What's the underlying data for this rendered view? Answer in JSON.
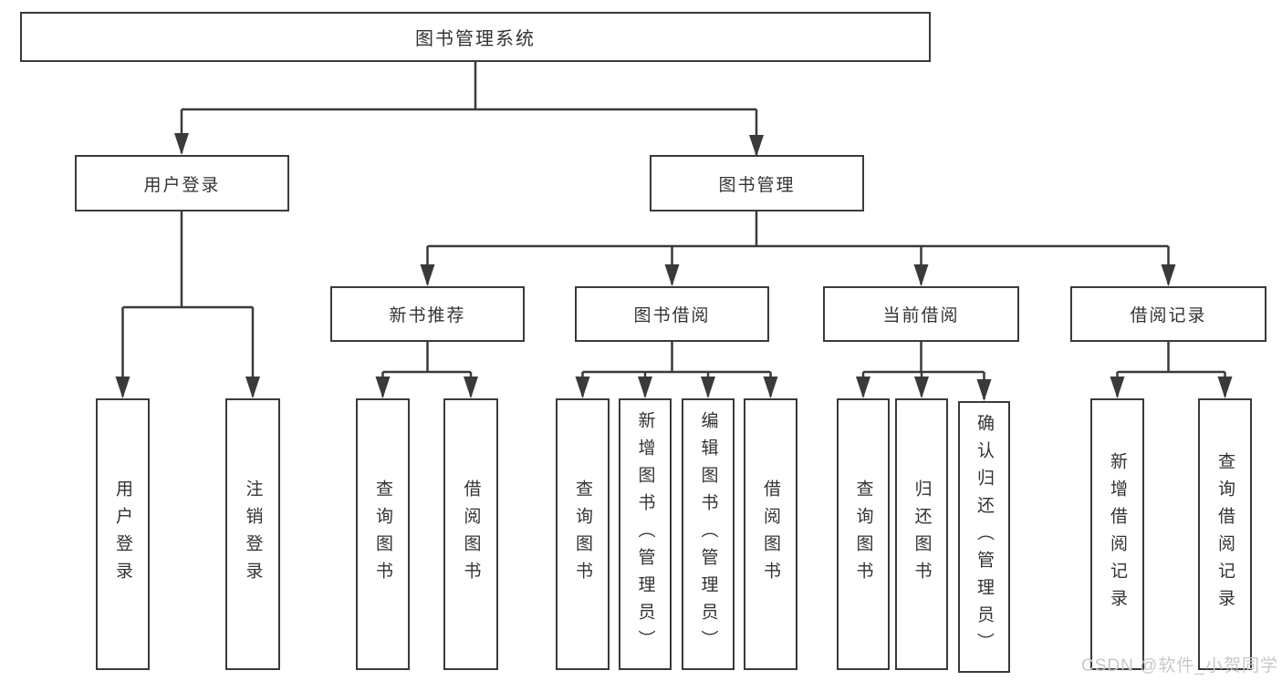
{
  "colors": {
    "line": "#3a3a3a",
    "box_border": "#3a3a3a",
    "text": "#333333",
    "background": "#ffffff",
    "watermark": "#c8c8c8"
  },
  "watermark": {
    "text": "CSDN @软件_小贺同学"
  },
  "diagram": {
    "type": "hierarchy-tree",
    "root": {
      "label": "图书管理系统",
      "children": [
        {
          "label": "用户登录",
          "children": [
            {
              "label": "用户登录"
            },
            {
              "label": "注销登录"
            }
          ]
        },
        {
          "label": "图书管理",
          "children": [
            {
              "label": "新书推荐",
              "children": [
                {
                  "label": "查询图书"
                },
                {
                  "label": "借阅图书"
                }
              ]
            },
            {
              "label": "图书借阅",
              "children": [
                {
                  "label": "查询图书"
                },
                {
                  "label": "新增图书（管理员）"
                },
                {
                  "label": "编辑图书（管理员）"
                },
                {
                  "label": "借阅图书"
                }
              ]
            },
            {
              "label": "当前借阅",
              "children": [
                {
                  "label": "查询图书"
                },
                {
                  "label": "归还图书"
                },
                {
                  "label": "确认归还（管理员）"
                }
              ]
            },
            {
              "label": "借阅记录",
              "children": [
                {
                  "label": "新增借阅记录"
                },
                {
                  "label": "查询借阅记录"
                }
              ]
            }
          ]
        }
      ]
    }
  }
}
